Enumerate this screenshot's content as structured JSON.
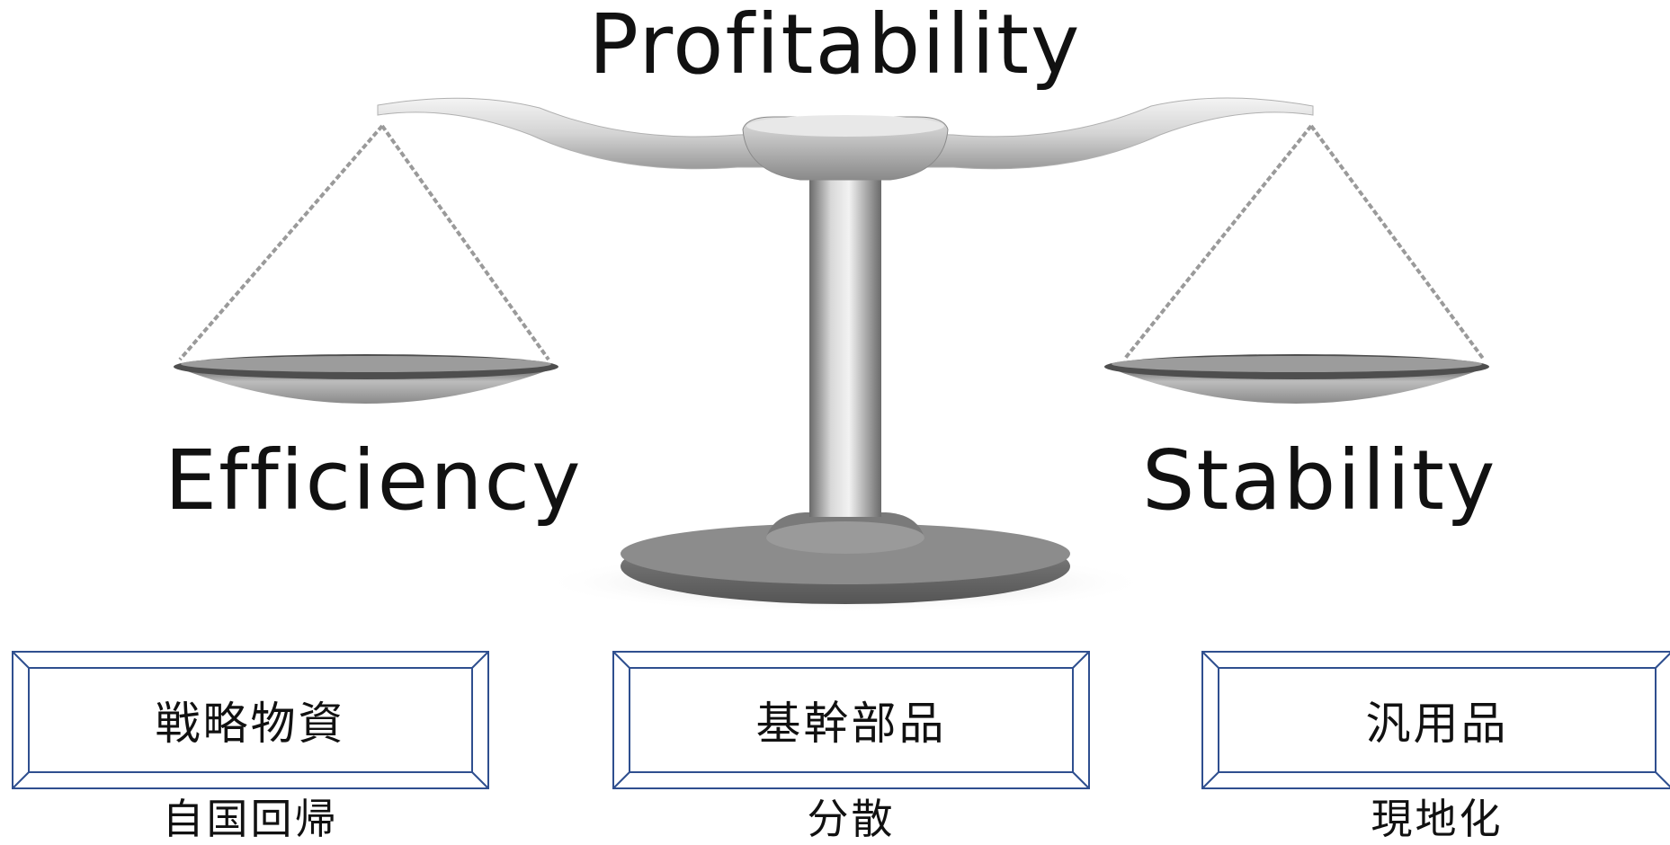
{
  "diagram": {
    "title": "Profitability",
    "left_label": "Efficiency",
    "right_label": "Stability",
    "boxes": [
      {
        "label": "戦略物資",
        "sub": "自国回帰"
      },
      {
        "label": "基幹部品",
        "sub": "分散"
      },
      {
        "label": "汎用品",
        "sub": "現地化"
      }
    ],
    "colors": {
      "box_border": "#2f4f8f",
      "text": "#111111",
      "metal_light": "#e6e6e6",
      "metal_dark": "#6e6e6e"
    }
  }
}
